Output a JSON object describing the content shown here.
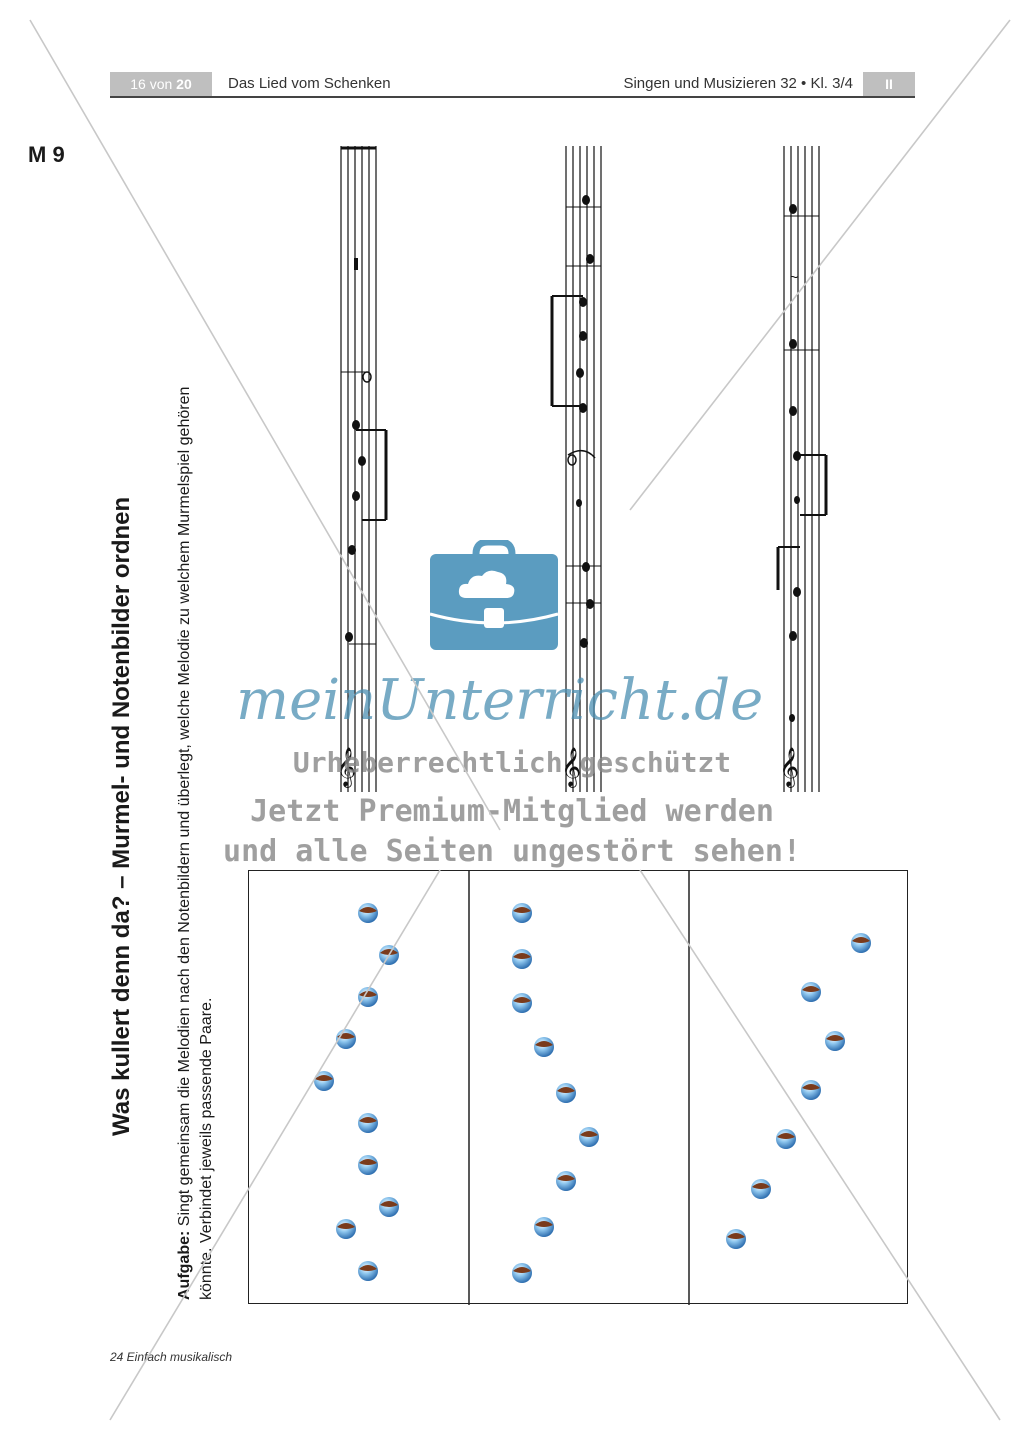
{
  "header": {
    "page_prefix": "16 von ",
    "page_total": "20",
    "title": "Das Lied vom Schenken",
    "series": "Singen und Musizieren 32 • Kl. 3/4",
    "level": "II"
  },
  "material_label": "M 9",
  "title": "Was kullert denn da? – Murmel- und Notenbilder ordnen",
  "task": {
    "label": "Aufgabe:",
    "line1": " Singt gemeinsam die Melodien nach den Notenbildern und überlegt, welche Melodie zu welchem Murmelspiel gehören",
    "line2": "könnte. Verbindet jeweils passende Paare."
  },
  "watermark": {
    "logo": "meinUnterricht.de",
    "line1": "Urheberrechtlich geschützt",
    "line2": "Jetzt Premium-Mitglied werden",
    "line3": "und alle Seiten ungestört sehen!"
  },
  "footer": "24 Einfach musikalisch",
  "colors": {
    "header_gray": "#bfbfbf",
    "watermark_blue": "#4b8fb2",
    "marble_blue": "#3a86c8",
    "marble_brown": "#7a3b1c"
  }
}
